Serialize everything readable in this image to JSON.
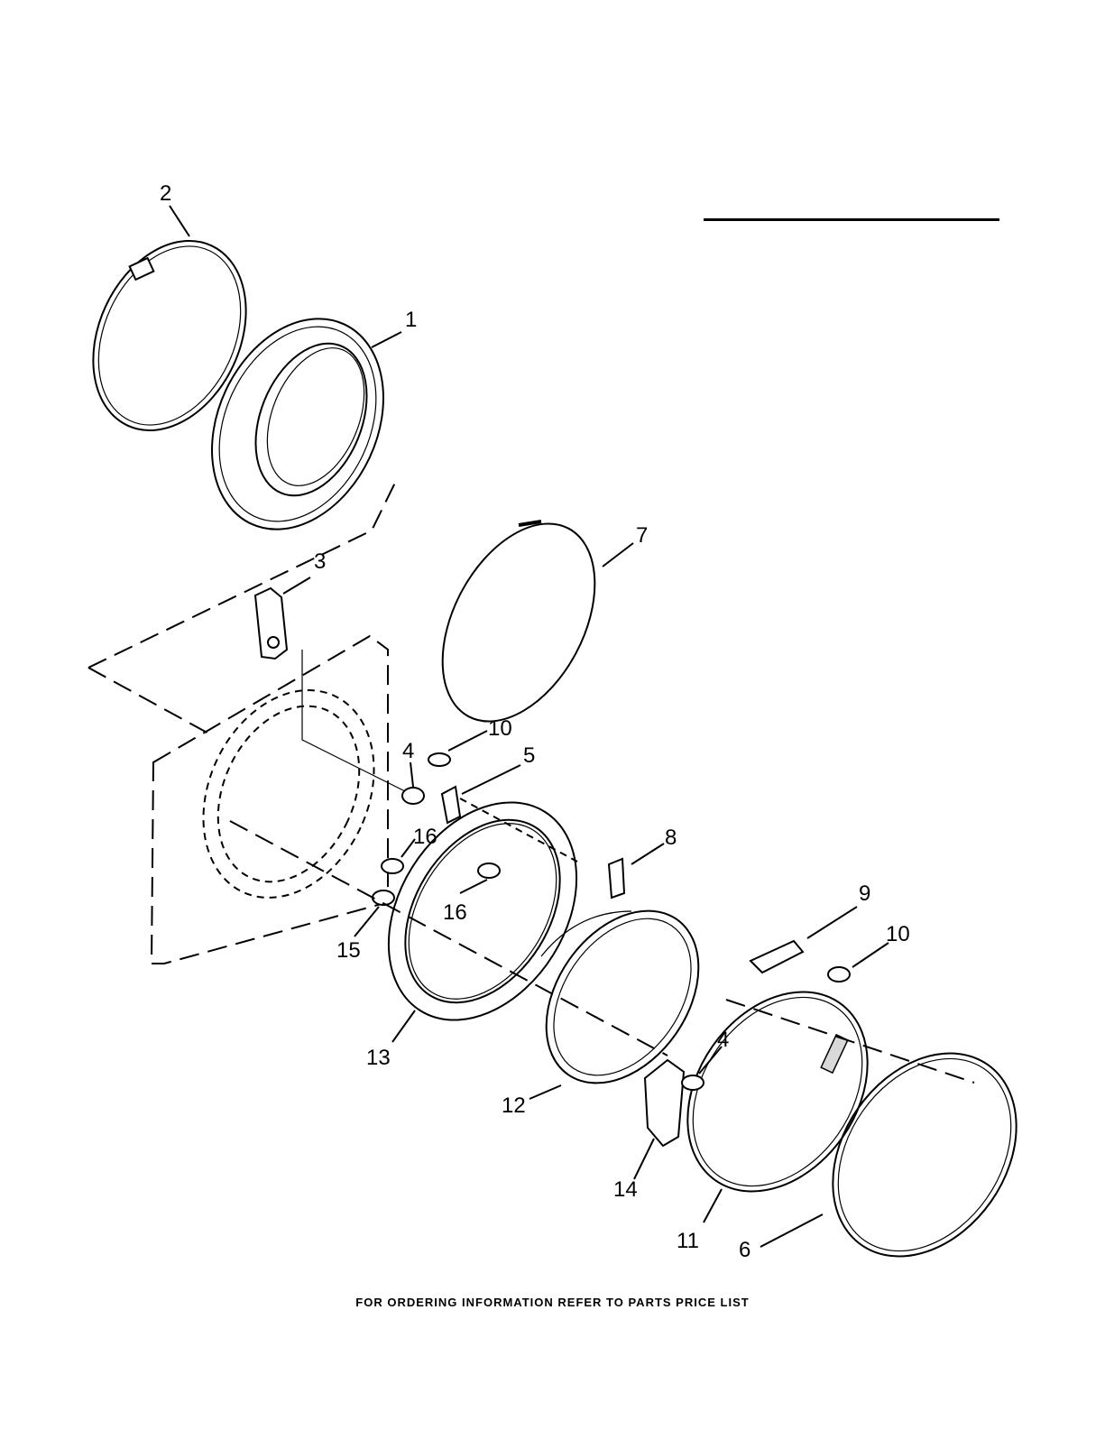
{
  "footer": {
    "note": "FOR ORDERING INFORMATION REFER TO PARTS PRICE LIST"
  },
  "callouts": [
    "2",
    "1",
    "7",
    "3",
    "4",
    "10",
    "5",
    "8",
    "16",
    "16",
    "15",
    "9",
    "10",
    "13",
    "4",
    "12",
    "14",
    "11",
    "6"
  ]
}
